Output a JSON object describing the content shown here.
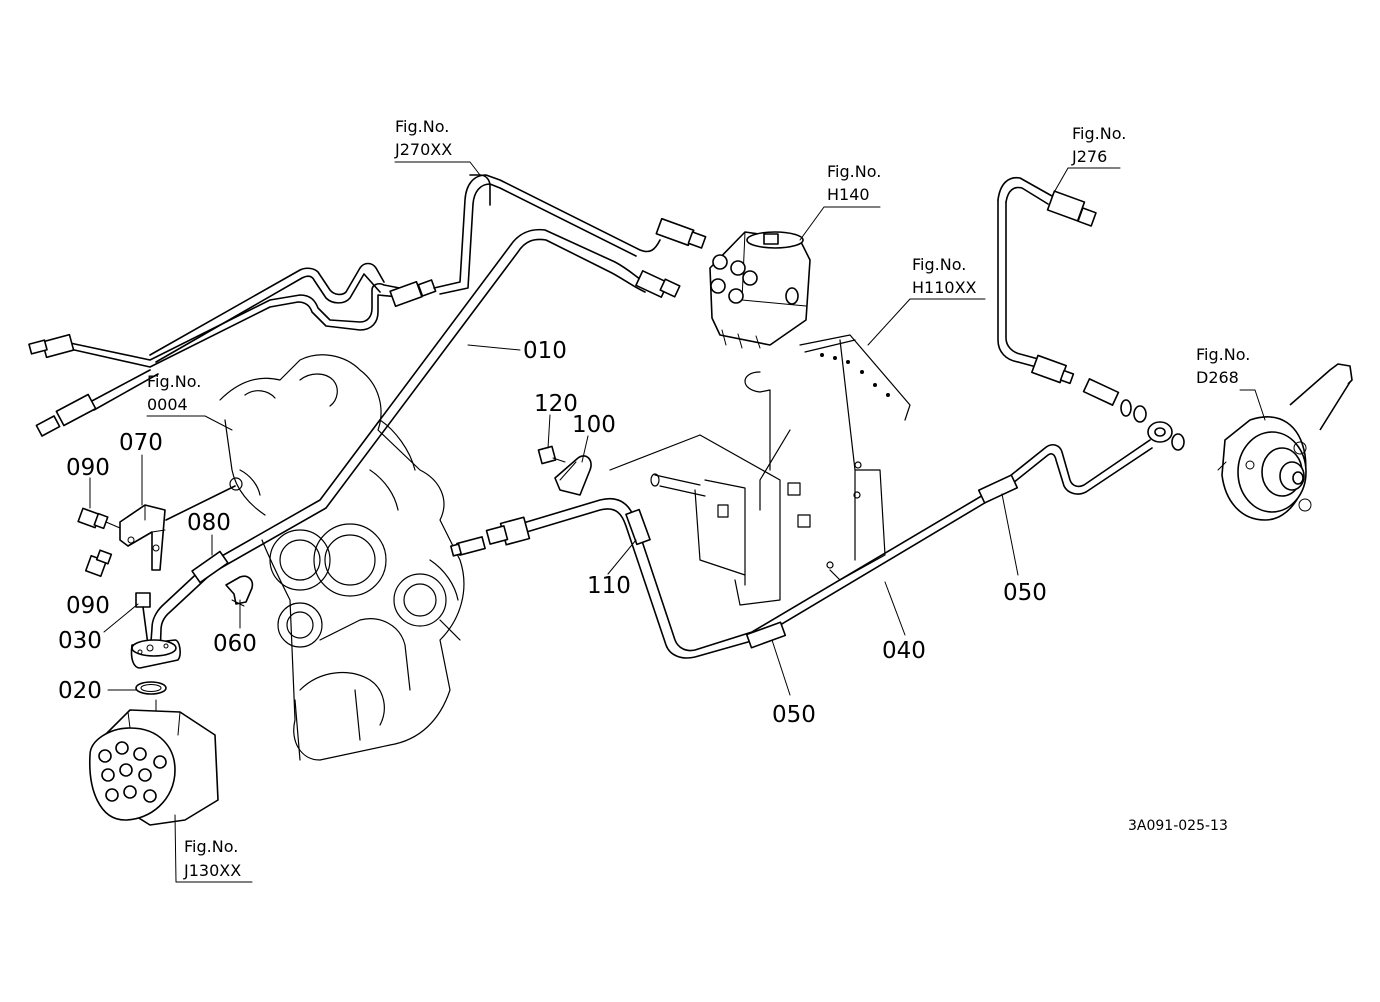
{
  "drawing_code": "3A091-025-13",
  "fig_refs": [
    {
      "id": "j270",
      "label": "Fig.No.",
      "code": "J270XX"
    },
    {
      "id": "h140",
      "label": "Fig.No.",
      "code": "H140"
    },
    {
      "id": "h110",
      "label": "Fig.No.",
      "code": "H110XX"
    },
    {
      "id": "j276",
      "label": "Fig.No.",
      "code": "J276"
    },
    {
      "id": "d268",
      "label": "Fig.No.",
      "code": "D268"
    },
    {
      "id": "f0004",
      "label": "Fig.No.",
      "code": "0004"
    },
    {
      "id": "j130",
      "label": "Fig.No.",
      "code": "J130XX"
    }
  ],
  "callouts": [
    "010",
    "020",
    "030",
    "040",
    "050",
    "050",
    "060",
    "070",
    "080",
    "090",
    "090",
    "100",
    "110",
    "120"
  ]
}
